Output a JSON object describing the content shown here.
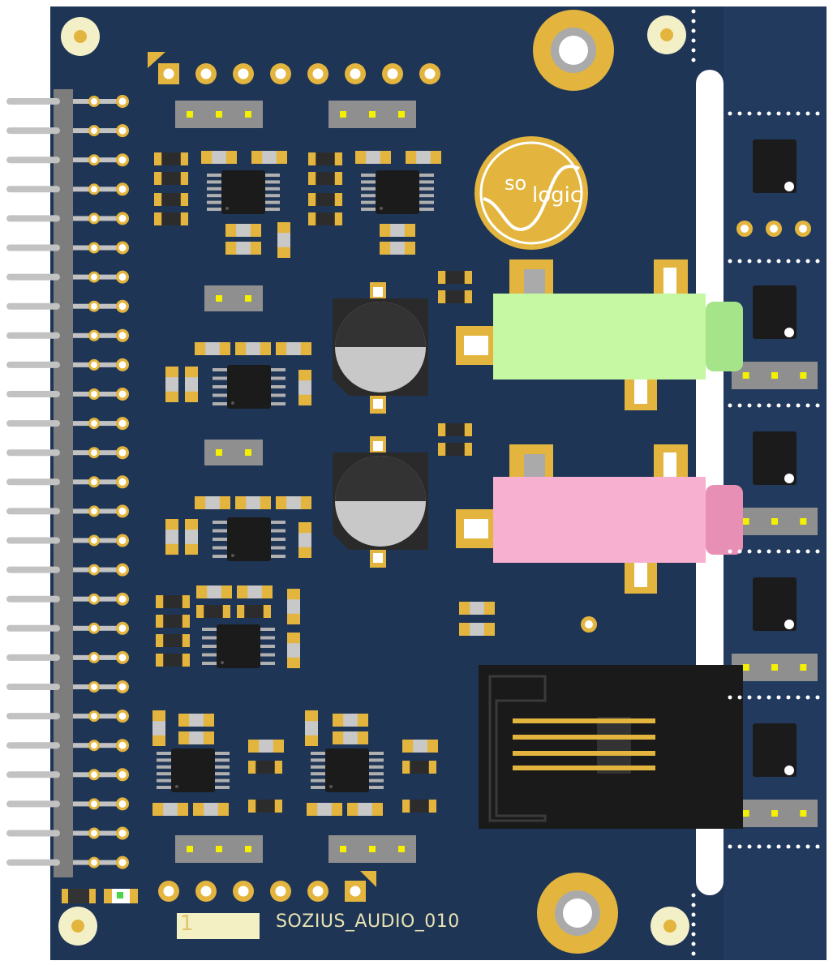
{
  "board": {
    "label": "SOZIUS_AUDIO_010",
    "silk_number": "1",
    "logo": {
      "part1": "so",
      "part2": "logic"
    }
  },
  "colors": {
    "pcb": "#1f3556",
    "copper": "#e3b53e",
    "header_pin": "#bdbdbd",
    "jack_green": "#c6f7a3",
    "jack_pink": "#f7b0cf",
    "rj_body": "#1a1a1a"
  }
}
